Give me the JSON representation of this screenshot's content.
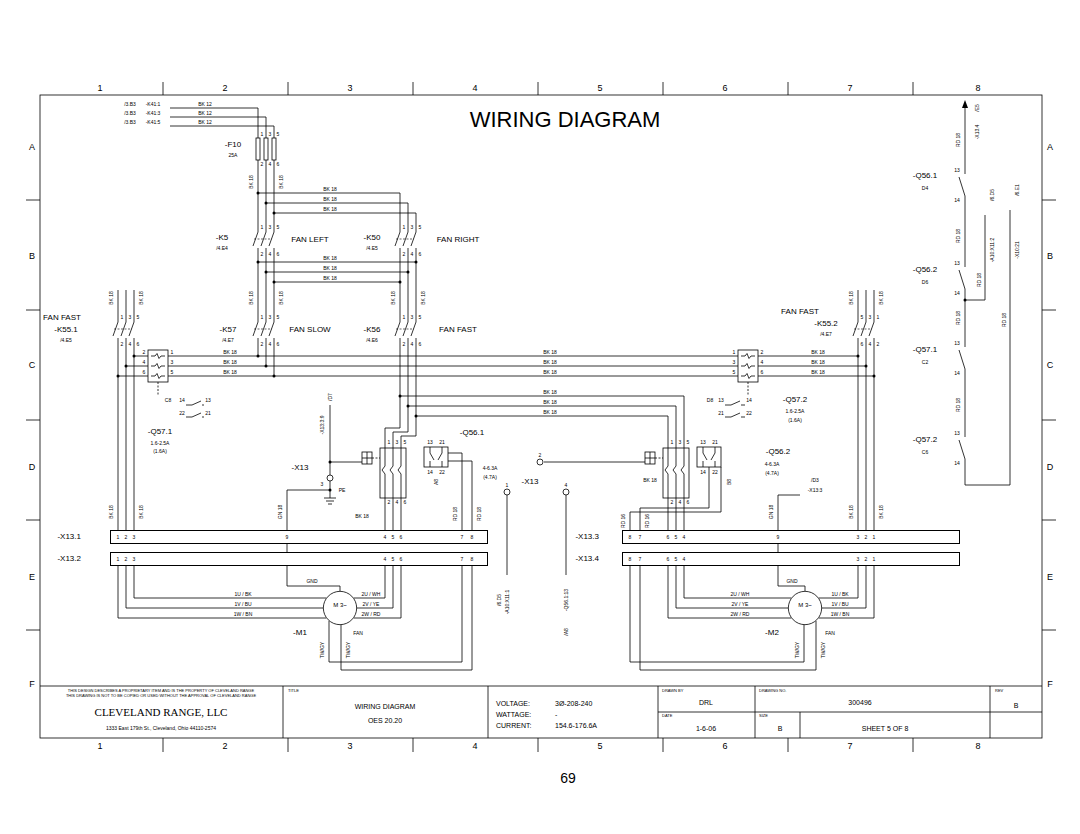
{
  "diagram": {
    "title": "WIRING DIAGRAM",
    "nodes": [
      {
        "text": [
          "-X13.1"
        ]
      },
      {
        "text": [
          "-X13.3"
        ]
      },
      {
        "text": [
          "-X13.2"
        ]
      },
      {
        "text": [
          "-X13.4"
        ]
      },
      {
        "text": [
          "M 3~"
        ]
      },
      {
        "text": [
          "M 3~"
        ]
      }
    ],
    "edges": [
      {
        "from": 2,
        "to": 4,
        "arrow": "none"
      },
      {
        "from": 3,
        "to": 5,
        "arrow": "none"
      }
    ],
    "labels": [
      "1",
      "2",
      "3",
      "4",
      "5",
      "6",
      "7",
      "8",
      "1",
      "2",
      "3",
      "4",
      "5",
      "6",
      "7",
      "8",
      "A",
      "B",
      "C",
      "D",
      "E",
      "F",
      "A",
      "B",
      "C",
      "D",
      "E",
      "F",
      "/3.B3",
      "/3.B3",
      "/3.B3",
      "-K41:1",
      "-K41:3",
      "-K41:5",
      "BK 12",
      "BK 12",
      "BK 12",
      "-F10",
      "25A",
      "1",
      "3",
      "5",
      "2",
      "4",
      "6",
      "BK 18",
      "BK 18",
      "BK 18",
      "BK 18",
      "BK 18",
      "-K5",
      "/4.E4",
      "1",
      "3",
      "5",
      "2",
      "4",
      "6",
      "FAN LEFT",
      "-K50",
      "/4.E5",
      "1",
      "3",
      "5",
      "2",
      "4",
      "6",
      "FAN RIGHT",
      "BK 18",
      "BK 18",
      "BK 18",
      "BK 18",
      "BK 18",
      "BK 18",
      "BK 18",
      "-K57",
      "/4.E7",
      "1",
      "3",
      "5",
      "2",
      "4",
      "6",
      "FAN SLOW",
      "-K56",
      "/4.E6",
      "1",
      "3",
      "5",
      "2",
      "4",
      "6",
      "FAN FAST",
      "FAN FAST",
      "-K55.1",
      "/4.E5",
      "BK 18",
      "BK 18",
      "1",
      "3",
      "5",
      "2",
      "4",
      "6",
      "FAN FAST",
      "-K55.2",
      "/4.E7",
      "BK 18",
      "BK 18",
      "5",
      "3",
      "1",
      "6",
      "4",
      "2",
      "2",
      "4",
      "6",
      "1",
      "3",
      "5",
      "BK 18",
      "BK 18",
      "BK 18",
      "BK 18",
      "BK 18",
      "BK 18",
      "1",
      "3",
      "5",
      "2",
      "4",
      "6",
      "BK 18",
      "BK 18",
      "BK 18",
      "C8",
      "14",
      "13",
      "22",
      "21",
      "-Q57.1",
      "1.6-2.5A",
      "(1.6A)",
      "D8",
      "13",
      "14",
      "21",
      "22",
      "-Q57.2",
      "1.6-2.5A",
      "(1.6A)",
      "BK 18",
      "BK 18",
      "BK 18",
      "-X13:3:9",
      "/D7",
      "-Q56.1",
      "1",
      "3",
      "5",
      "13",
      "21",
      "14",
      "22",
      "2",
      "4",
      "6",
      "A8",
      "4-6.3A",
      "(4.7A)",
      "-Q56.2",
      "1",
      "3",
      "5",
      "13",
      "21",
      "14",
      "22",
      "2",
      "4",
      "6",
      "B8",
      "4-6.3A",
      "(4.7A)",
      "-X13",
      "3",
      "PE",
      "-X13",
      "2",
      "1",
      "4",
      "/D3",
      "-X13:3",
      "BK 18",
      "BK 18",
      "GN 18",
      "BK 18",
      "RD 18",
      "RD 18",
      "RD 16",
      "RD 16",
      "BK 18",
      "GN 18",
      "BK 18",
      "BK 18",
      "1",
      "2",
      "3",
      "9",
      "4",
      "5",
      "6",
      "7",
      "8",
      "1",
      "2",
      "3",
      "4",
      "5",
      "6",
      "7",
      "8",
      "8",
      "7",
      "6",
      "5",
      "4",
      "9",
      "3",
      "2",
      "1",
      "8",
      "7",
      "6",
      "5",
      "4",
      "3",
      "2",
      "1",
      "GND",
      "1U / BK",
      "1V / BU",
      "1W / BN",
      "2U / WH",
      "2V / YE",
      "2W / RD",
      "FAN",
      "-M1",
      "TW/GY",
      "TW/GY",
      "GND",
      "2U / WH",
      "2V / YE",
      "2W / RD",
      "1U / BK",
      "1V / BU",
      "1W / BN",
      "FAN",
      "-M2",
      "TW/GY",
      "TW/GY",
      "/6.D5",
      "-A10:X11:1",
      "-Q56.1:13",
      "/A8",
      "/E5",
      "-X13.4",
      "RD 18",
      "13",
      "14",
      "-Q56.1",
      "D4",
      "RD 18",
      "13",
      "14",
      "-Q56.2",
      "D6",
      "/6.D5",
      "/6.E1",
      "-A10:X11:2",
      "-X10:21",
      "RD 18",
      "RD 18",
      "RD 18",
      "13",
      "14",
      "-Q57.1",
      "C2",
      "RD 18",
      "13",
      "14",
      "-Q57.2",
      "C6",
      "THIS DESIGN DESCRIBES A PROPRIETARY ITEM AND IS THE PROPERTY OF CLEVELAND RANGE",
      "THIS DRAWING IS NOT TO BE COPIED OR USED WITHOUT THE APPROVAL OF CLEVELAND RANGE",
      "CLEVELAND RANGE, LLC",
      "1333 East 179th St., Cleveland, Ohio 44110-2574",
      "TITLE",
      "WIRING DIAGRAM",
      "OES 20.20",
      "VOLTAGE:",
      "3Ø-208-240",
      "WATTAGE:",
      "-",
      "CURRENT:",
      "154.6-176.6A",
      "DRAWN BY",
      "DRL",
      "DATE",
      "1-6-06",
      "DRAWING NO.",
      "300496",
      "SIZE",
      "B",
      "SHEET 5 OF 8",
      "REV",
      "B",
      "69"
    ]
  }
}
